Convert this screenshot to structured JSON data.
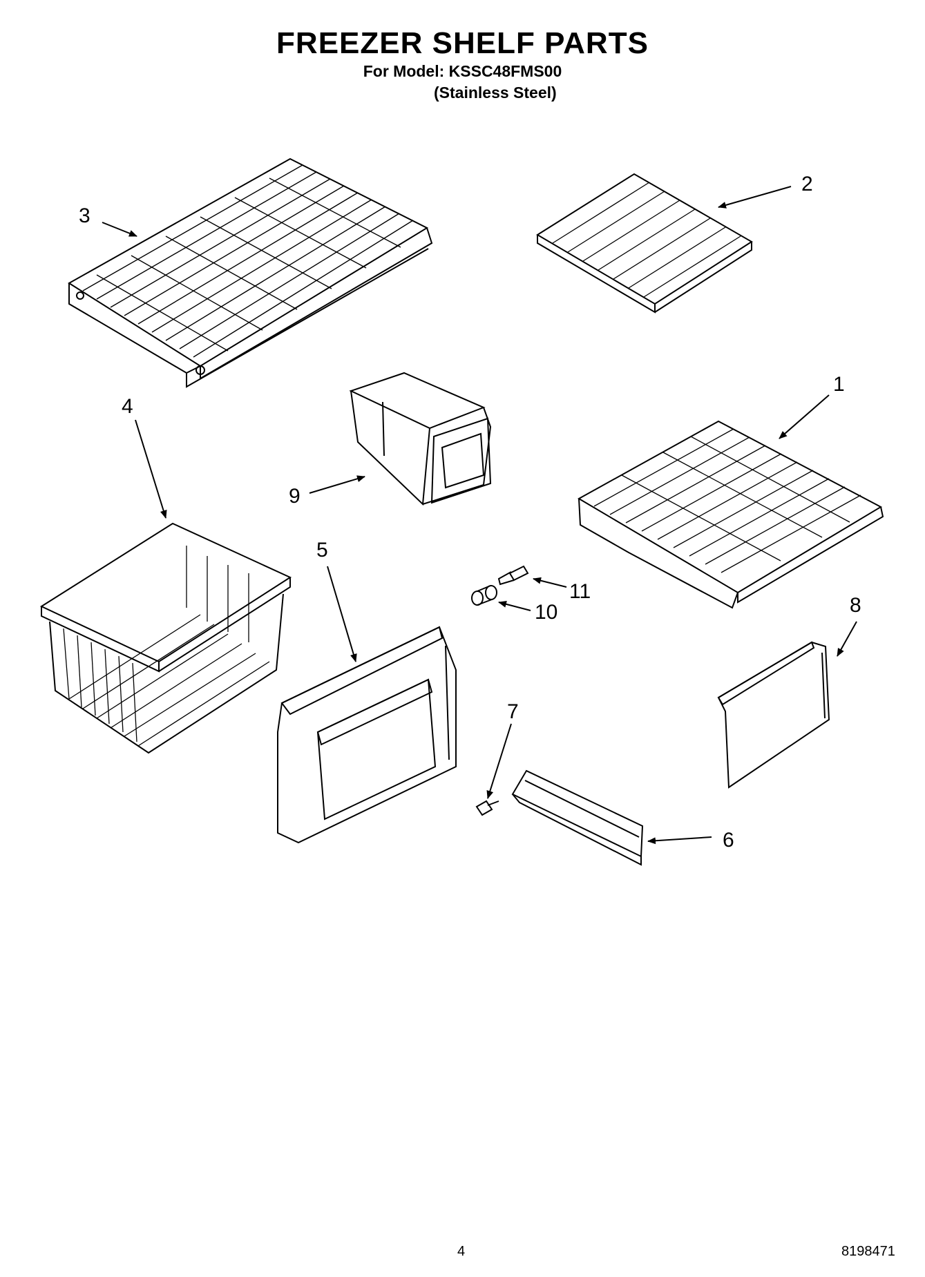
{
  "header": {
    "title": "FREEZER SHELF PARTS",
    "model_line": "For Model: KSSC48FMS00",
    "variant": "(Stainless Steel)"
  },
  "callouts": [
    {
      "id": "1",
      "label": "1"
    },
    {
      "id": "2",
      "label": "2"
    },
    {
      "id": "3",
      "label": "3"
    },
    {
      "id": "4",
      "label": "4"
    },
    {
      "id": "5",
      "label": "5"
    },
    {
      "id": "6",
      "label": "6"
    },
    {
      "id": "7",
      "label": "7"
    },
    {
      "id": "8",
      "label": "8"
    },
    {
      "id": "9",
      "label": "9"
    },
    {
      "id": "10",
      "label": "10"
    },
    {
      "id": "11",
      "label": "11"
    }
  ],
  "footer": {
    "page_number": "4",
    "doc_number": "8198471"
  }
}
